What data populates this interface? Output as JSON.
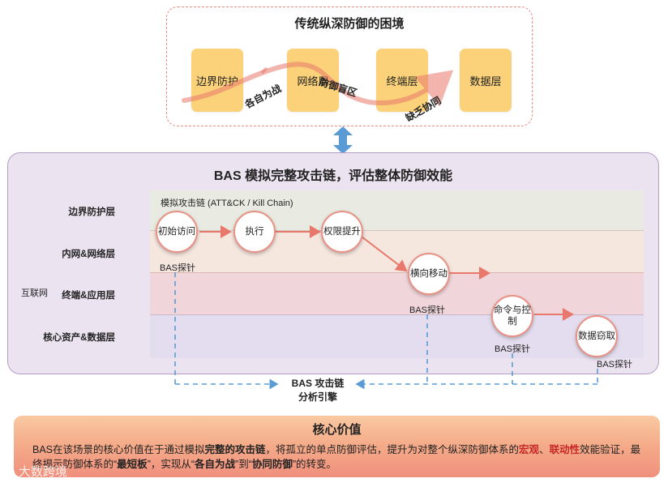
{
  "top": {
    "title": "传统纵深防御的困境",
    "layers": [
      "边界防护",
      "网络层",
      "终端层",
      "数据层"
    ],
    "curve_labels": [
      "各自为战",
      "防御盲区",
      "缺乏协同"
    ]
  },
  "main": {
    "title": "BAS 模拟完整攻击链，评估整体防御效能",
    "chain_caption": "模拟攻击链 (ATT&CK / Kill Chain)",
    "internet_label": "互联网",
    "rows": [
      "边界防护层",
      "内网&网络层",
      "终端&应用层",
      "核心资产&数据层"
    ],
    "nodes": [
      "初始访问",
      "执行",
      "权限提升",
      "横向移动",
      "命令与控\n制",
      "数据窃取"
    ],
    "probe_label": "BAS探针",
    "engine_label": [
      "BAS 攻击链",
      "分析引擎"
    ]
  },
  "value": {
    "title": "核心价值",
    "segments": [
      {
        "text": "BAS在该场景的核心价值在于通过模拟",
        "style": "plain"
      },
      {
        "text": "完整的攻击链",
        "style": "bold"
      },
      {
        "text": "，将孤立的单点防御评估，提升为对整个纵深防御体系的",
        "style": "plain"
      },
      {
        "text": "宏观",
        "style": "red"
      },
      {
        "text": "、",
        "style": "plain"
      },
      {
        "text": "联动性",
        "style": "red"
      },
      {
        "text": "效能验证，最终揭示防御体系的“",
        "style": "plain"
      },
      {
        "text": "最短板",
        "style": "bold"
      },
      {
        "text": "”，实现从“",
        "style": "plain"
      },
      {
        "text": "各自为战",
        "style": "bold"
      },
      {
        "text": "”到“",
        "style": "plain"
      },
      {
        "text": "协同防御",
        "style": "bold"
      },
      {
        "text": "”的转变。",
        "style": "plain"
      }
    ]
  },
  "watermark": "大数跨境",
  "colors": {
    "layer_box": "#fbd27a",
    "curve": "#e8786b",
    "panel_purple": "#ece3f1",
    "node_border": "#e89184",
    "dashed_blue": "#5b9bd5",
    "value_gradient_top": "#f9c9a2",
    "value_gradient_bottom": "#f08f7d",
    "highlight_red": "#c62828"
  }
}
